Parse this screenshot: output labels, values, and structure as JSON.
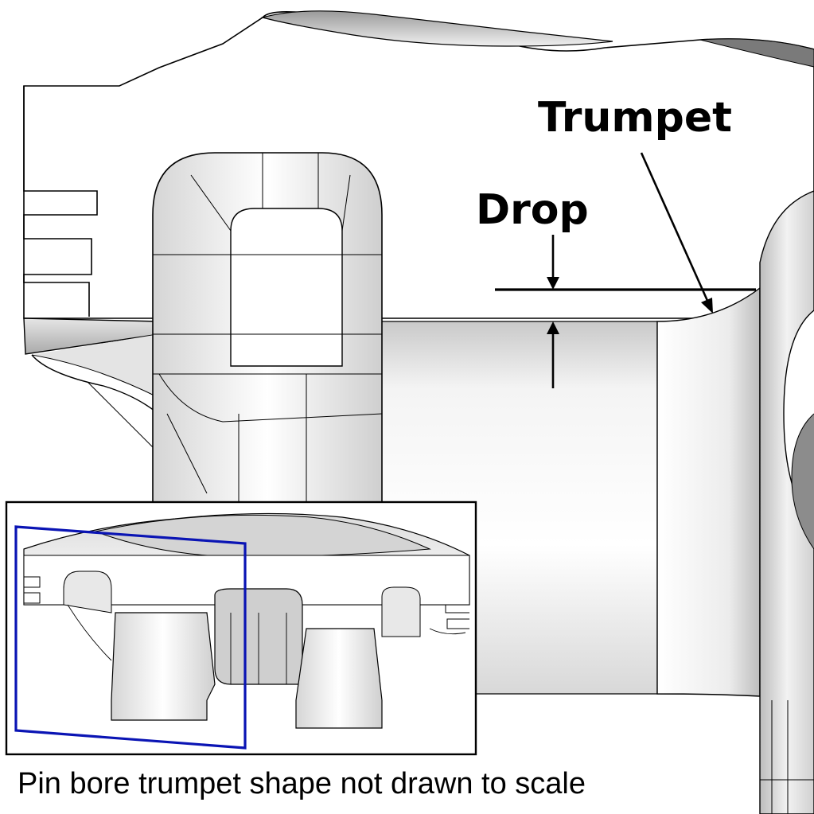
{
  "labels": {
    "trumpet": "Trumpet",
    "drop": "Drop"
  },
  "caption": "Pin bore trumpet shape not drawn to scale",
  "colors": {
    "outline": "#000000",
    "section_plane": "#0a14b4",
    "background": "#ffffff"
  }
}
